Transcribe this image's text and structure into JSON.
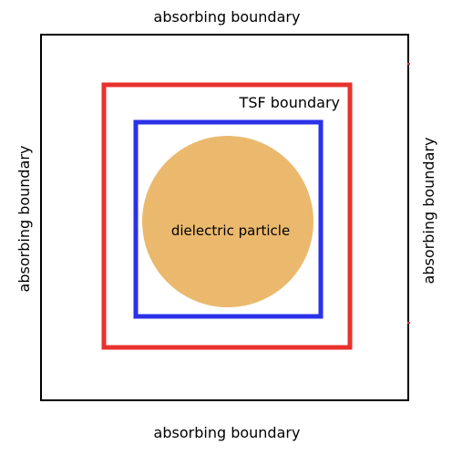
{
  "diagram": {
    "labels": {
      "top": "absorbing boundary",
      "bottom": "absorbing boundary",
      "left": "absorbing boundary",
      "right": "absorbing boundary",
      "tsf": "TSF boundary",
      "particle": "dielectric particle"
    },
    "colors": {
      "outer_boundary": "#000000",
      "tsf_boundary": "#e8322c",
      "inner_boundary": "#2b31e8",
      "particle_fill": "#ebb96e",
      "marker": "#e8322c"
    }
  }
}
